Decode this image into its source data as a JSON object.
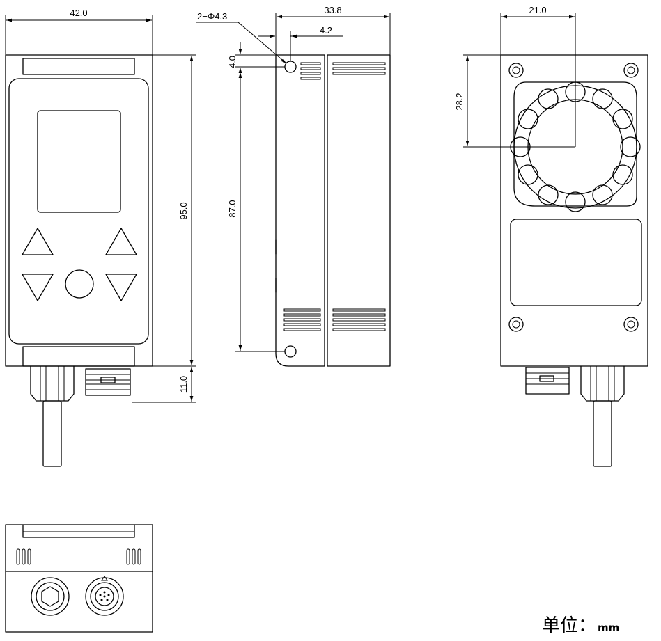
{
  "dimensions": {
    "width_front": "42.0",
    "hole_spec": "2−Φ4.3",
    "depth_side": "33.8",
    "hole_offset_h": "4.2",
    "hole_offset_v": "4.0",
    "hole_spacing": "87.0",
    "height_body": "95.0",
    "height_connector": "11.0",
    "lens_offset_h": "21.0",
    "lens_offset_v": "28.2"
  },
  "unit": {
    "label_cn": "单位：",
    "label_en": "mm"
  }
}
